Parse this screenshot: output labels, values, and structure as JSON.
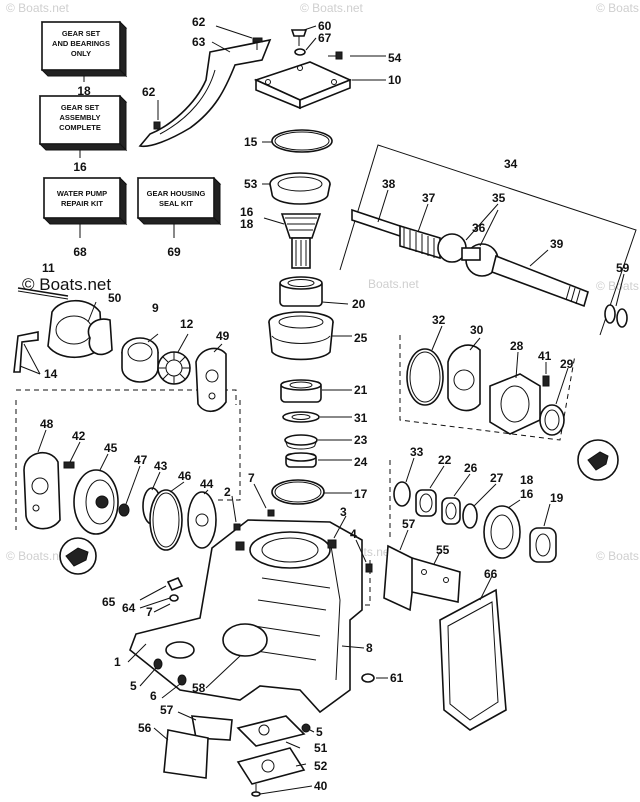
{
  "watermark": {
    "brand": "Boats.net",
    "copyright_prefix": "© Boats.net",
    "repeat_labels": [
      "© Boats.net",
      "© Boats.net",
      "© Boats.net",
      "© Boats.net",
      "© Boats.net",
      "© Boats.net",
      "© Boats.net"
    ]
  },
  "kits": [
    {
      "id": "kit-18",
      "lines": [
        "GEAR SET",
        "AND BEARINGS",
        "ONLY"
      ],
      "ref": "18"
    },
    {
      "id": "kit-16",
      "lines": [
        "GEAR SET",
        "ASSEMBLY",
        "COMPLETE"
      ],
      "ref": "16"
    },
    {
      "id": "kit-68",
      "lines": [
        "WATER PUMP",
        "REPAIR KIT"
      ],
      "ref": "68"
    },
    {
      "id": "kit-69",
      "lines": [
        "GEAR HOUSING",
        "SEAL KIT"
      ],
      "ref": "69"
    }
  ],
  "callouts": [
    "62",
    "60",
    "63",
    "67",
    "54",
    "10",
    "62",
    "15",
    "34",
    "53",
    "38",
    "37",
    "35",
    "36",
    "16",
    "18",
    "39",
    "11",
    "50",
    "9",
    "12",
    "49",
    "20",
    "25",
    "59",
    "32",
    "30",
    "28",
    "41",
    "29",
    "14",
    "21",
    "31",
    "23",
    "24",
    "48",
    "42",
    "45",
    "47",
    "43",
    "46",
    "44",
    "7",
    "2",
    "17",
    "33",
    "22",
    "26",
    "27",
    "18",
    "16",
    "19",
    "3",
    "4",
    "57",
    "55",
    "65",
    "64",
    "7",
    "66",
    "8",
    "1",
    "5",
    "6",
    "58",
    "61",
    "57",
    "5",
    "56",
    "51",
    "52",
    "40"
  ]
}
